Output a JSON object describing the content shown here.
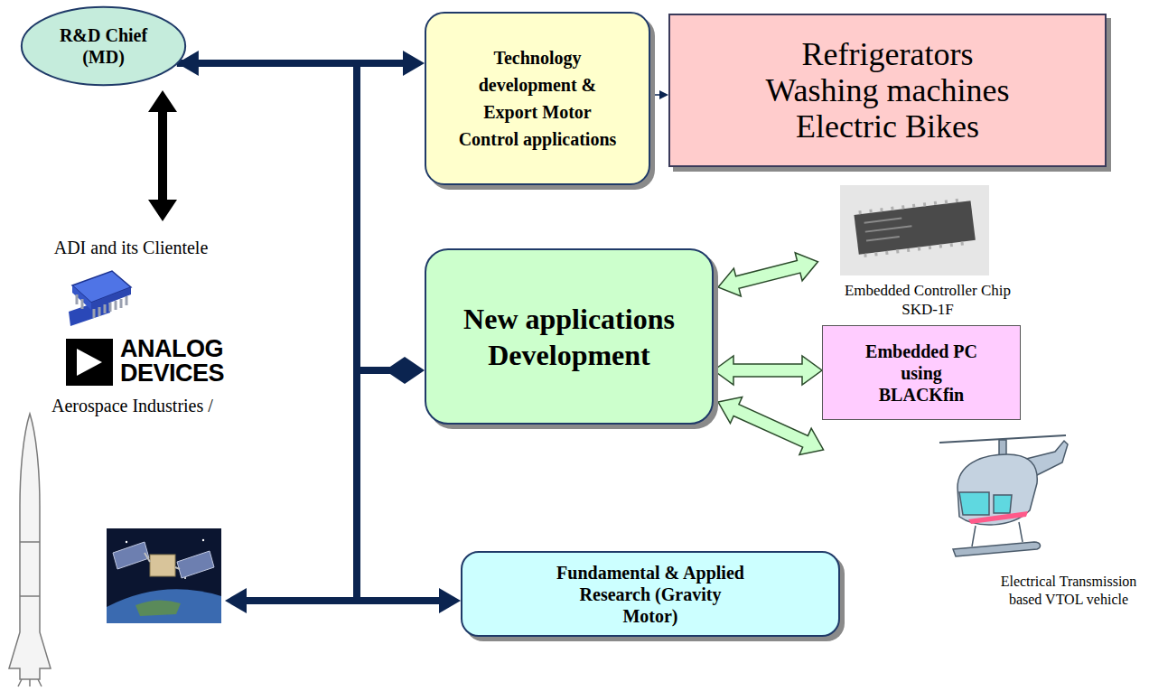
{
  "diagram": {
    "nodes": [
      {
        "text": [
          "R&D Chief (MD)"
        ]
      },
      {
        "text": [
          "Technology development & Export Motor Control applications"
        ]
      },
      {
        "text": [
          "Refrigerators Washing machines Electric Bikes"
        ]
      },
      {
        "text": [
          "New applications Development"
        ]
      },
      {
        "text": [
          "Embedded PC using BLACKfin"
        ]
      },
      {
        "text": [
          "Fundamental & Applied Research (Gravity Motor)"
        ]
      }
    ],
    "edges": [
      {
        "from": 0,
        "to": 1,
        "arrow": "both"
      },
      {
        "from": 0,
        "to": 3,
        "arrow": "to"
      },
      {
        "from": 0,
        "to": 5,
        "arrow": "to"
      },
      {
        "from": 1,
        "to": 2,
        "arrow": "to"
      },
      {
        "from": 3,
        "to": 4,
        "arrow": "both"
      }
    ],
    "labels": [
      "ADI and its Clientele",
      "ANALOG DEVICES",
      "Aerospace Industries /",
      "Embedded Controller Chip SKD-1F",
      "Electrical Transmission based VTOL vehicle"
    ]
  }
}
